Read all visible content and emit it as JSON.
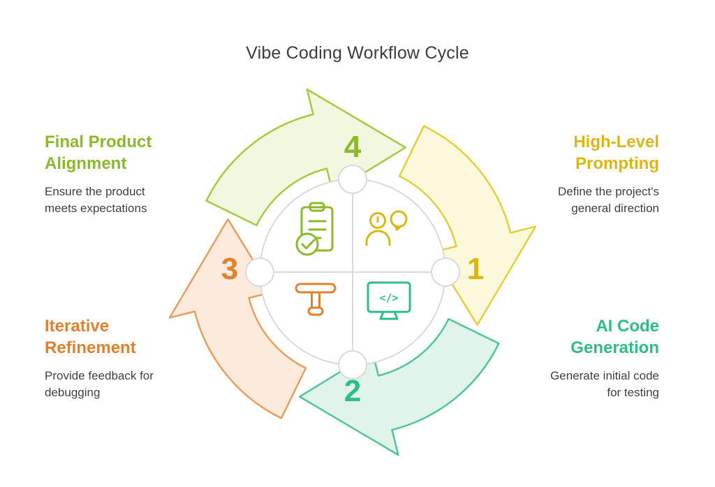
{
  "title": "Vibe Coding Workflow Cycle",
  "diagram": {
    "steps": [
      {
        "number": "1",
        "label": "High-Level\nPrompting",
        "description": "Define the project's\ngeneral direction",
        "icon": "person-idea-icon",
        "color": "#e4cf3a",
        "fill": "#fbf8dc",
        "text_color": "#ddb613"
      },
      {
        "number": "2",
        "label": "AI Code\nGeneration",
        "description": "Generate initial code\nfor testing",
        "icon": "code-monitor-icon",
        "color": "#4fc694",
        "fill": "#e1f4eb",
        "text_color": "#2ebd85"
      },
      {
        "number": "3",
        "label": "Iterative\nRefinement",
        "description": "Provide feedback for\ndebugging",
        "icon": "adjustment-tool-icon",
        "color": "#e99d5c",
        "fill": "#fcebdc",
        "text_color": "#e0812d"
      },
      {
        "number": "4",
        "label": "Final Product\nAlignment",
        "description": "Ensure the product\nmeets expectations",
        "icon": "checklist-icon",
        "color": "#a5c93f",
        "fill": "#f2f7e0",
        "text_color": "#8cb82c"
      }
    ],
    "code_glyph": "</>",
    "neutral_line_color": "#d9d9d9",
    "description_color": "#3f3f3f",
    "title_color": "#3c3c3c"
  }
}
